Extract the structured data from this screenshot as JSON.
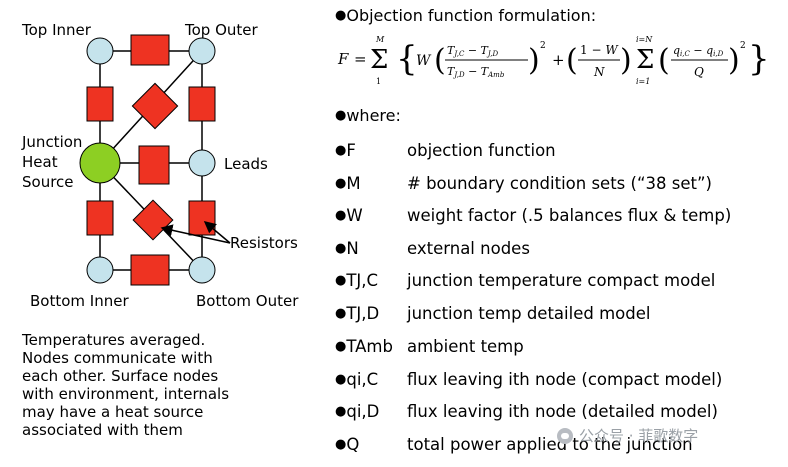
{
  "diagram": {
    "labels": {
      "top_inner": "Top Inner",
      "top_outer": "Top Outer",
      "junction": [
        "Junction",
        "Heat",
        "Source"
      ],
      "leads": "Leads",
      "resistors": "Resistors",
      "bottom_inner": "Bottom Inner",
      "bottom_outer": "Bottom Outer"
    },
    "colors": {
      "node_fill": "#c5e3ec",
      "junction_fill": "#8dcf23",
      "resistor_fill": "#ee3322",
      "line": "#000000"
    }
  },
  "note": [
    "Temperatures averaged.",
    "Nodes communicate with",
    "each other. Surface nodes",
    "with environment, internals",
    "may have a heat source",
    "associated with them"
  ],
  "heading": "Objection function formulation:",
  "where_label": "where:",
  "definitions": [
    {
      "sym": "F",
      "desc": "objection function"
    },
    {
      "sym": "M",
      "desc": "# boundary condition sets (“38 set”)"
    },
    {
      "sym": "W",
      "desc": "weight factor (.5 balances flux & temp)"
    },
    {
      "sym": "N",
      "desc": "external nodes"
    },
    {
      "sym": "TJ,C",
      "desc": "junction temperature compact model"
    },
    {
      "sym": "TJ,D",
      "desc": "junction temp detailed model"
    },
    {
      "sym": "TAmb",
      "desc": "ambient temp"
    },
    {
      "sym": "qi,C",
      "desc": "flux leaving ith node (compact model)"
    },
    {
      "sym": "qi,D",
      "desc": "flux leaving ith node (detailed model)"
    },
    {
      "sym": "Q",
      "desc": "total power applied to the junction"
    }
  ],
  "watermark": "公众号 · 菲歌数字"
}
